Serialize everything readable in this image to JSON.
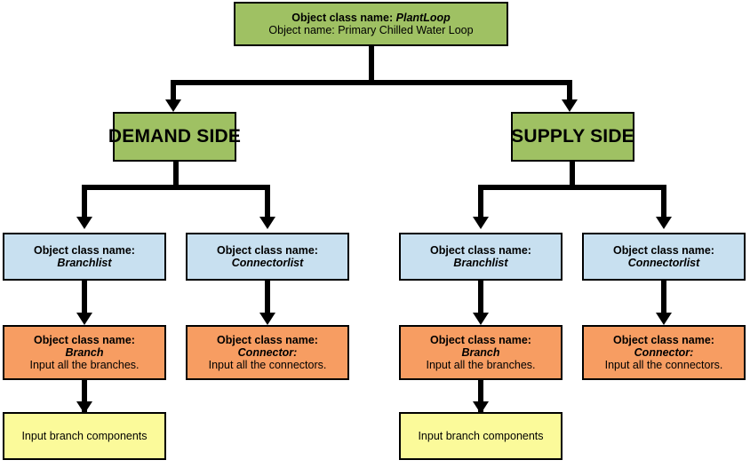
{
  "diagram": {
    "title": "PlantLoop object hierarchy",
    "colors": {
      "green": "#9fc163",
      "blue": "#c8e0f0",
      "orange": "#f79d62",
      "yellow": "#fbfa9a",
      "stroke": "#000000",
      "background": "#ffffff"
    },
    "nodes": {
      "root": {
        "line1_label": "Object class name:",
        "line1_value": "PlantLoop",
        "line2_label": "Object name:",
        "line2_value": "Primary Chilled Water Loop",
        "line2_full": "Object name: Primary Chilled Water Loop"
      },
      "demand_side": {
        "label": "DEMAND SIDE"
      },
      "supply_side": {
        "label": "SUPPLY SIDE"
      },
      "demand_branchlist": {
        "line1": "Object class name:",
        "line2": "Branchlist"
      },
      "demand_connectorlist": {
        "line1": "Object class name:",
        "line2": "Connectorlist"
      },
      "supply_branchlist": {
        "line1": "Object class name:",
        "line2": "Branchlist"
      },
      "supply_connectorlist": {
        "line1": "Object class name:",
        "line2": "Connectorlist"
      },
      "demand_branch": {
        "line1": "Object class name:",
        "line2": "Branch",
        "line3": "Input all the branches."
      },
      "demand_connector": {
        "line1": "Object class name:",
        "line2": "Connector:",
        "line3": "Input all the connectors."
      },
      "supply_branch": {
        "line1": "Object class name:",
        "line2": "Branch",
        "line3": "Input all the branches."
      },
      "supply_connector": {
        "line1": "Object class name:",
        "line2": "Connector:",
        "line3": "Input all the connectors."
      },
      "demand_components": {
        "label": "Input branch components"
      },
      "supply_components": {
        "label": "Input branch components"
      }
    }
  }
}
